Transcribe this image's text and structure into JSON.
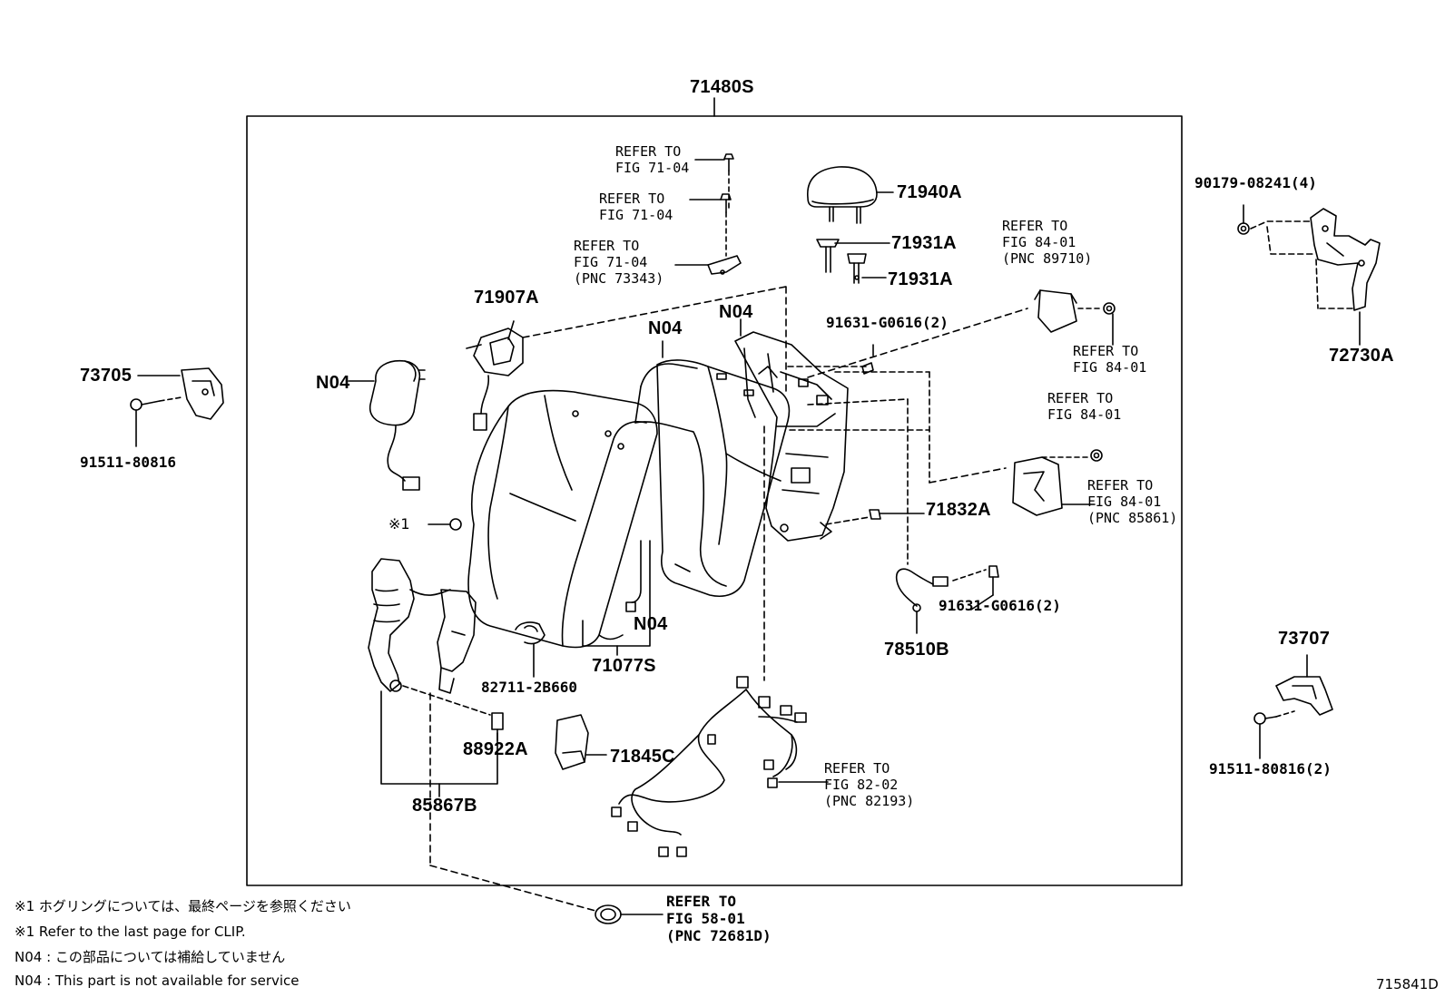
{
  "assembly_code": "71480S",
  "diagram_id": "715841D",
  "clip_marker": "※1",
  "part_labels": {
    "headrest": "71940A",
    "support_1": "71931A",
    "support_2": "71931A",
    "lock_asm": "71907A",
    "back_pad_n04_left": "N04",
    "back_pad_n04_center": "N04",
    "frame_n04": "N04",
    "cover_n04": "N04",
    "cover": "71077S",
    "screw_91631_top": "91631-G0616(2)",
    "screw_91631_bottom": "91631-G0616(2)",
    "pin_71832": "71832A",
    "wire_78510": "78510B",
    "bracket_73705": "73705",
    "bolt_91511_left": "91511-80816",
    "bolt_90179": "90179-08241(4)",
    "hinge_72730": "72730A",
    "bracket_73707": "73707",
    "bolt_91511_right": "91511-80816(2)",
    "clip_82711": "82711-2B660",
    "clamp_88922": "88922A",
    "harness_85867": "85867B",
    "cover_71845": "71845C"
  },
  "refer_notes": {
    "r1": {
      "line1": "REFER TO",
      "line2": "FIG 71-04"
    },
    "r2": {
      "line1": "REFER TO",
      "line2": "FIG 71-04"
    },
    "r3": {
      "line1": "REFER TO",
      "line2": "FIG 71-04",
      "line3": "(PNC 73343)"
    },
    "r4": {
      "line1": "REFER TO",
      "line2": "FIG 84-01",
      "line3": "(PNC 89710)"
    },
    "r5": {
      "line1": "REFER TO",
      "line2": "FIG 84-01"
    },
    "r6": {
      "line1": "REFER TO",
      "line2": "FIG 84-01"
    },
    "r7": {
      "line1": "REFER TO",
      "line2": "FIG 84-01",
      "line3": "(PNC 85861)"
    },
    "r8": {
      "line1": "REFER TO",
      "line2": "FIG 82-02",
      "line3": "(PNC 82193)"
    },
    "r9": {
      "line1": "REFER TO",
      "line2": "FIG 58-01",
      "line3": "(PNC 72681D)"
    }
  },
  "footnotes": [
    "※1 ホグリングについては、最終ページを参照ください",
    "※1 Refer to the last page for CLIP.",
    "N04 : この部品については補給していません",
    "N04 : This part is not available for service"
  ]
}
